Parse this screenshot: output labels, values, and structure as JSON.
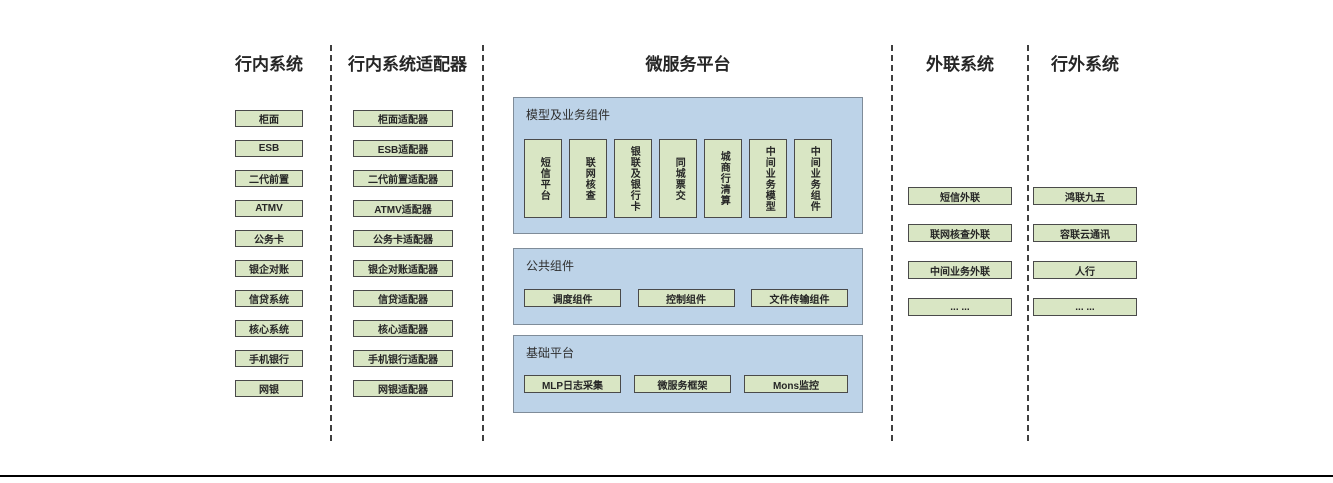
{
  "colors": {
    "node_fill": "#d9e6c4",
    "node_border": "#4a4a4a",
    "group_fill": "#bdd3e8",
    "group_border": "#7f8c99",
    "header_text": "#262626",
    "divider": "#3f3f3f",
    "bottom_rule": "#000000"
  },
  "columns": {
    "internal": {
      "title": "行内系统",
      "items": [
        "柜面",
        "ESB",
        "二代前置",
        "ATMV",
        "公务卡",
        "银企对账",
        "信贷系统",
        "核心系统",
        "手机银行",
        "网银"
      ]
    },
    "adapters": {
      "title": "行内系统适配器",
      "items": [
        "柜面适配器",
        "ESB适配器",
        "二代前置适配器",
        "ATMV适配器",
        "公务卡适配器",
        "银企对账适配器",
        "信贷适配器",
        "核心适配器",
        "手机银行适配器",
        "网银适配器"
      ]
    },
    "platform": {
      "title": "微服务平台",
      "groups": [
        {
          "title": "模型及业务组件",
          "items": [
            "短信平台",
            "联网核查",
            "银联及银行卡",
            "同城票交",
            "城商行清算",
            "中间业务模型",
            "中间业务组件"
          ]
        },
        {
          "title": "公共组件",
          "items": [
            "调度组件",
            "控制组件",
            "文件传输组件"
          ]
        },
        {
          "title": "基础平台",
          "items": [
            "MLP日志采集",
            "微服务框架",
            "Mons监控"
          ]
        }
      ]
    },
    "outreach": {
      "title": "外联系统",
      "items": [
        "短信外联",
        "联网核查外联",
        "中间业务外联",
        "... ..."
      ]
    },
    "external": {
      "title": "行外系统",
      "items": [
        "鸿联九五",
        "容联云通讯",
        "人行",
        "... ..."
      ]
    }
  }
}
